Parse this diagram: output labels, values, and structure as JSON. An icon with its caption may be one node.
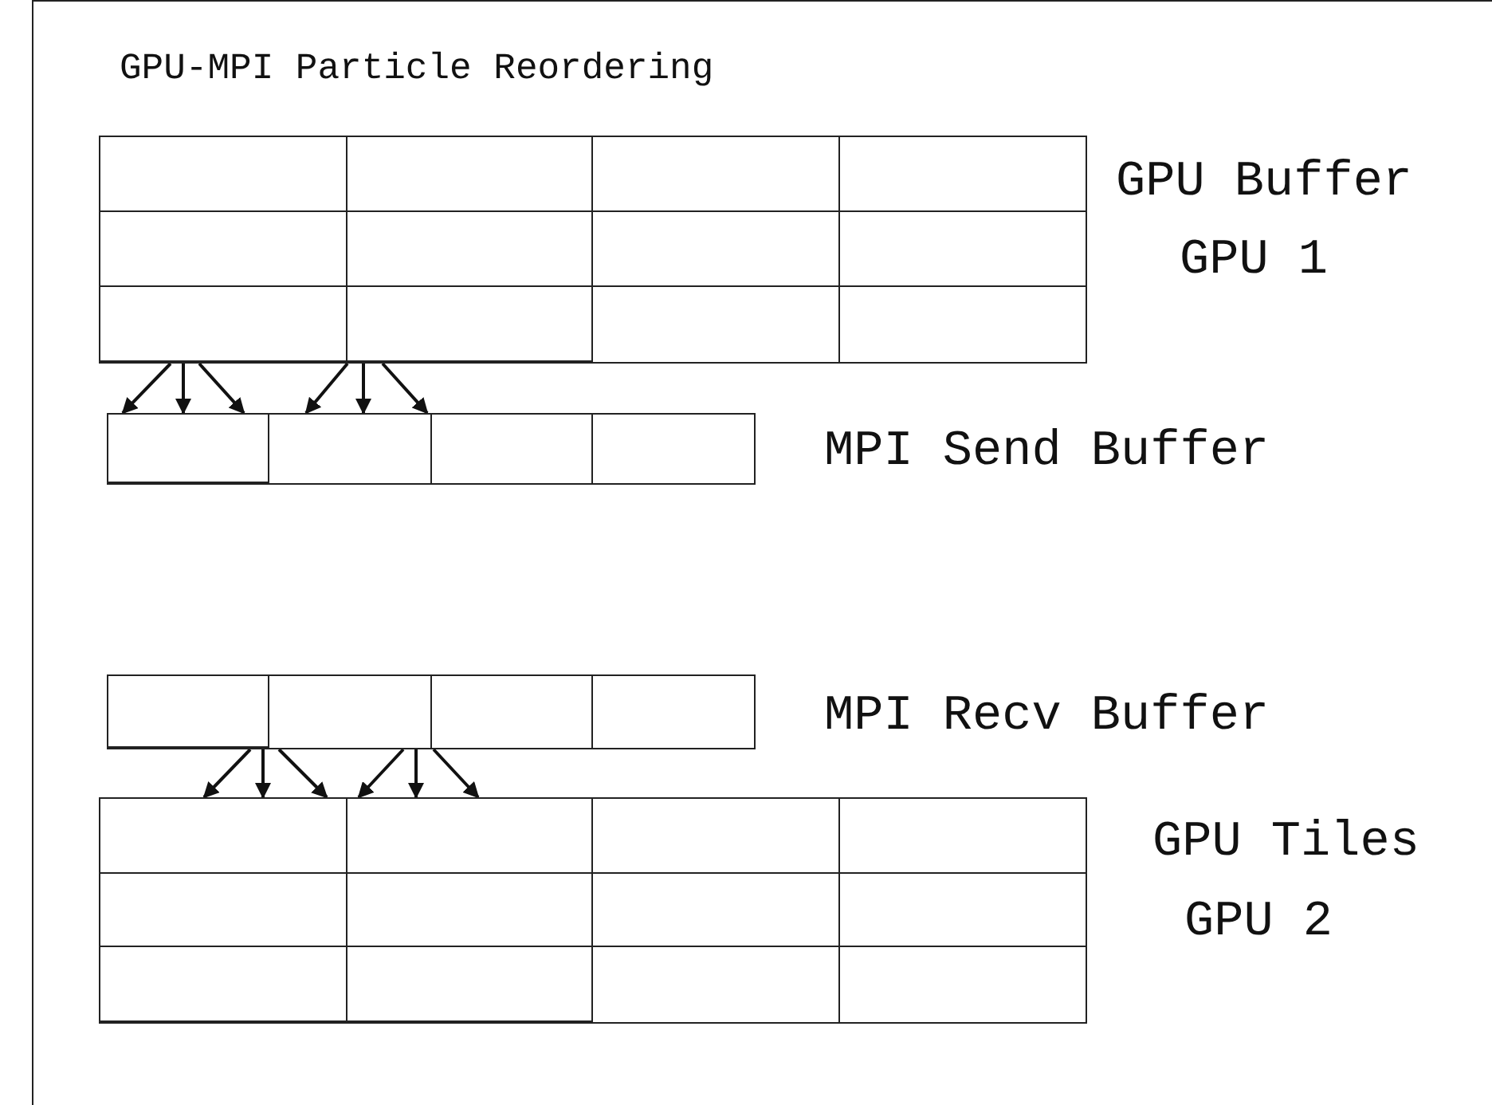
{
  "diagram": {
    "title": "GPU-MPI Particle Reordering",
    "nodes": [
      {
        "text": [
          "GPU Buffer",
          "GPU 1"
        ]
      },
      {
        "text": [
          "MPI Send Buffer"
        ]
      },
      {
        "text": [
          "MPI Recv Buffer"
        ]
      },
      {
        "text": [
          "GPU Tiles",
          "GPU 2"
        ]
      }
    ],
    "edges": [
      {
        "from": 0,
        "to": 1,
        "arrow": "to"
      },
      {
        "from": 0,
        "to": 1,
        "arrow": "to"
      },
      {
        "from": 0,
        "to": 1,
        "arrow": "to"
      },
      {
        "from": 0,
        "to": 1,
        "arrow": "to"
      },
      {
        "from": 0,
        "to": 1,
        "arrow": "to"
      },
      {
        "from": 0,
        "to": 1,
        "arrow": "to"
      },
      {
        "from": 2,
        "to": 3,
        "arrow": "to"
      },
      {
        "from": 2,
        "to": 3,
        "arrow": "to"
      },
      {
        "from": 2,
        "to": 3,
        "arrow": "to"
      },
      {
        "from": 2,
        "to": 3,
        "arrow": "to"
      },
      {
        "from": 2,
        "to": 3,
        "arrow": "to"
      },
      {
        "from": 2,
        "to": 3,
        "arrow": "to"
      }
    ]
  }
}
